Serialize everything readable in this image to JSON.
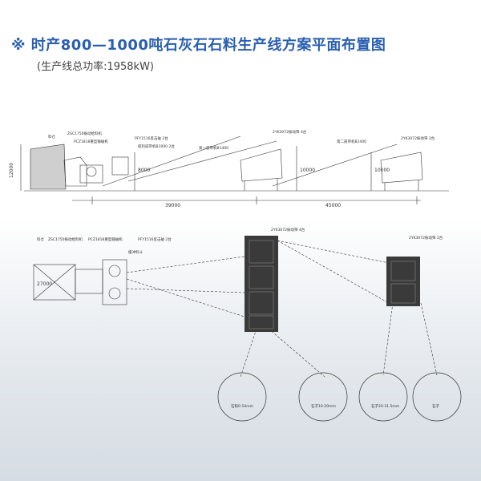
{
  "header": {
    "title": "※ 时产800—1000吨石灰石石料生产线方案平面布置图",
    "subtitle": "(生产线总功率:1958kW)"
  },
  "elevation": {
    "labels": {
      "feed_bin": "料仓",
      "vibrating_feeder": "ZSC1750振动给料机",
      "jaw_crusher": "PCZ1818重型锤破机",
      "counter_crusher": "PFY1516反击破 2台",
      "main_conveyor": "底料皮带机B1000 2台",
      "conveyor_1": "第一皮带机B1400",
      "screen_1": "2YK3072振动筛 4台",
      "conveyor_2": "第二皮带机B1400",
      "screen_2": "2YK3072振动筛 2台"
    },
    "dims": {
      "height_left": "12000",
      "height_mid1": "8000",
      "height_mid2": "10000",
      "height_right": "10000",
      "span_1": "39000",
      "span_2": "45000"
    }
  },
  "plan": {
    "labels": {
      "feed_bin": "料仓",
      "vibrating_feeder": "ZSC1750振动给料机",
      "jaw_crusher": "PCZ1818重型锤破机",
      "counter_crusher": "PFY1516反击破 2台",
      "transfer": "缓冲料斗",
      "screen_1": "2YK3072振动筛 4台",
      "screen_2": "2YK3072振动筛 2台",
      "bin_dim": "27000"
    },
    "stockpiles": [
      "石粉0-10mm",
      "石子10-20mm",
      "石子20-31.5mm",
      "石子"
    ]
  },
  "colors": {
    "title": "#2a5fb0",
    "line": "#333333",
    "screen_dark": "#3a3a3a"
  }
}
